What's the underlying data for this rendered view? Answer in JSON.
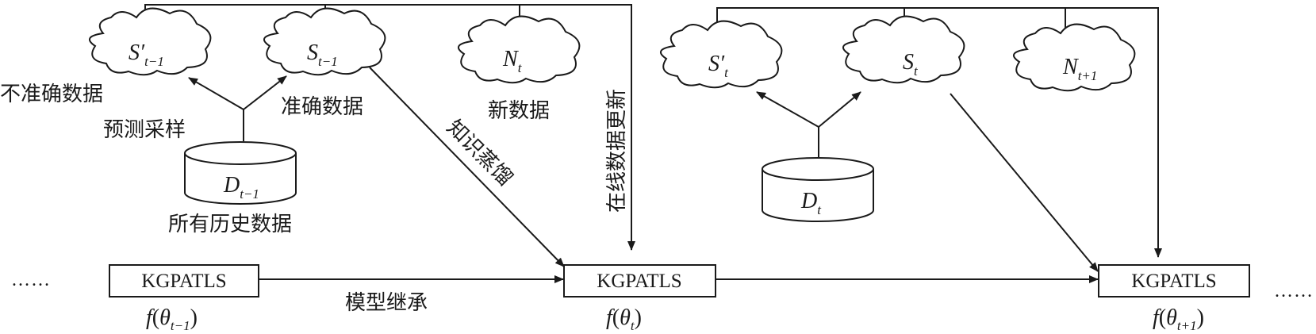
{
  "left_dots": "……",
  "right_dots": "……",
  "clouds": {
    "s_prime_t_minus_1": {
      "base": "S′",
      "sub": "t−1"
    },
    "s_t_minus_1": {
      "base": "S",
      "sub": "t−1"
    },
    "n_t": {
      "base": "N",
      "sub": "t"
    },
    "s_prime_t": {
      "base": "S′",
      "sub": "t"
    },
    "s_t": {
      "base": "S",
      "sub": "t"
    },
    "n_t_plus_1": {
      "base": "N",
      "sub": "t+1"
    }
  },
  "databases": {
    "d_t_minus_1": {
      "base": "D",
      "sub": "t−1"
    },
    "d_t": {
      "base": "D",
      "sub": "t"
    }
  },
  "labels": {
    "inaccurate_data": "不准确数据",
    "accurate_data": "准确数据",
    "prediction_sampling": "预测采样",
    "new_data": "新数据",
    "all_history_data": "所有历史数据",
    "knowledge_distillation": "知识蒸馏",
    "online_data_update": "在线数据更新",
    "model_inheritance": "模型继承"
  },
  "models": [
    {
      "label": "KGPATLS",
      "fn": "f",
      "theta": "θ",
      "sub": "t−1"
    },
    {
      "label": "KGPATLS",
      "fn": "f",
      "theta": "θ",
      "sub": "t"
    },
    {
      "label": "KGPATLS",
      "fn": "f",
      "theta": "θ",
      "sub": "t+1"
    }
  ]
}
